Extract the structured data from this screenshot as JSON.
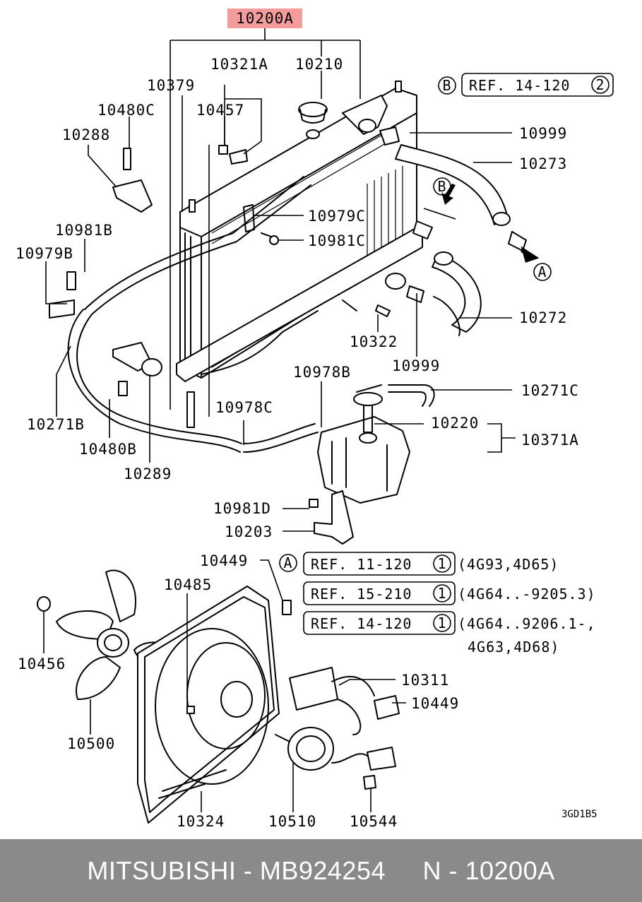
{
  "main_part": "10200A",
  "labels": {
    "p10379": "10379",
    "p10321A": "10321A",
    "p10210": "10210",
    "p10480C": "10480C",
    "p10457": "10457",
    "p10288": "10288",
    "p10999a": "10999",
    "p10273": "10273",
    "p10979C": "10979C",
    "p10981C": "10981C",
    "p10981B": "10981B",
    "p10979B": "10979B",
    "p10272": "10272",
    "p10322": "10322",
    "p10999b": "10999",
    "p10978B": "10978B",
    "p10271C": "10271C",
    "p10220": "10220",
    "p10371A": "10371A",
    "p10271B": "10271B",
    "p10480B": "10480B",
    "p10978C": "10978C",
    "p10289": "10289",
    "p10981D": "10981D",
    "p10203": "10203",
    "p10449a": "10449",
    "p10485": "10485",
    "p10456": "10456",
    "p10500": "10500",
    "p10311": "10311",
    "p10449b": "10449",
    "p10324": "10324",
    "p10510": "10510",
    "p10544": "10544",
    "code": "3GD1B5"
  },
  "markers": {
    "A": "A",
    "B": "B"
  },
  "refs": {
    "top": {
      "marker": "B",
      "text": "REF. 14-120",
      "num": "2"
    },
    "r1": {
      "text": "REF. 11-120",
      "num": "1",
      "note": "(4G93,4D65)"
    },
    "r2": {
      "text": "REF. 15-210",
      "num": "1",
      "note": "(4G64..-9205.3)"
    },
    "r3": {
      "text": "REF. 14-120",
      "num": "1",
      "note": "(4G64..9206.1-,",
      "note2": "4G63,4D68)"
    },
    "group_marker": "A"
  },
  "footer": {
    "text": "MITSUBISHI - MB924254     N - 10200A"
  }
}
